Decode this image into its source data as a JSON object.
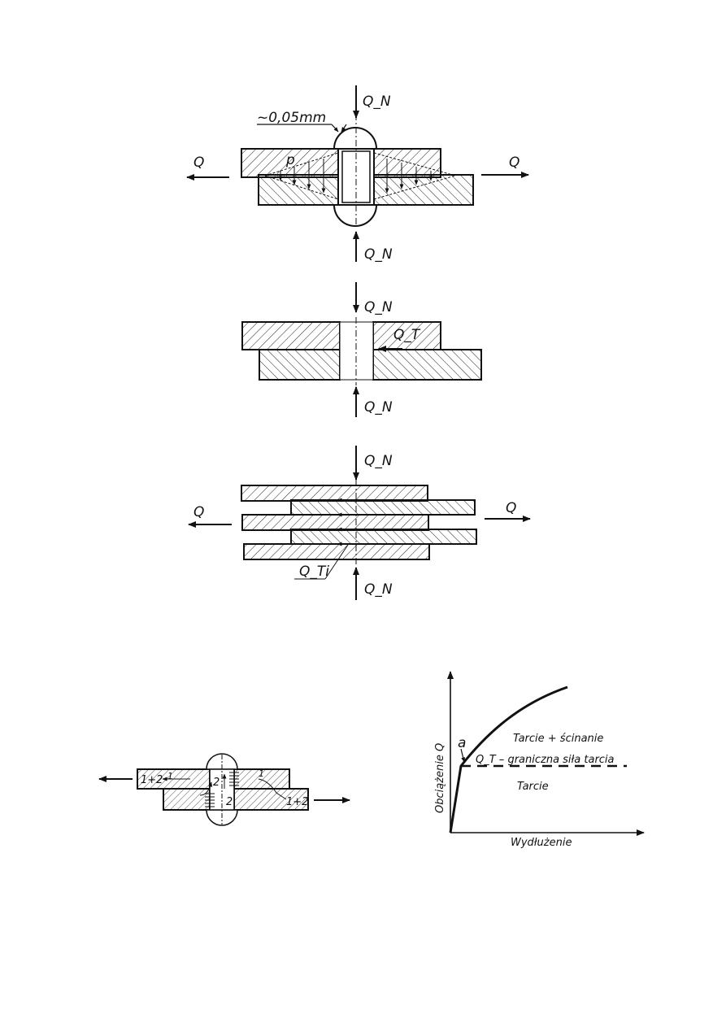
{
  "fig1": {
    "top_force": "Q_N",
    "bottom_force": "Q_N",
    "left_force": "Q",
    "right_force": "Q",
    "gap": "~0,05mm",
    "pressure": "p"
  },
  "fig2": {
    "top_force": "Q_N",
    "bottom_force": "Q_N",
    "friction": "Q_T"
  },
  "fig3": {
    "top_force": "Q_N",
    "bottom_force": "Q_N",
    "left_force": "Q",
    "right_force": "Q",
    "friction": "Q_Ti"
  },
  "fig4": {
    "left_plate_label": "1+2",
    "left_plate_label2": "1",
    "right_plate_label": "1+2",
    "right_plate_label2": "1",
    "rivet_label_a": "2",
    "rivet_label_b": "2"
  },
  "chart_data": {
    "type": "line",
    "xlabel": "Wydłużenie",
    "ylabel": "Obciążenie Q",
    "point_label": "a",
    "annotation_friction_limit": "Q_T – graniczna siła tarcia",
    "region_upper": "Tarcie + ścinanie",
    "region_lower": "Tarcie",
    "series": [
      {
        "name": "Tarcie + ścinanie",
        "style": "solid"
      },
      {
        "name": "Tarcie",
        "style": "dashed"
      }
    ]
  }
}
